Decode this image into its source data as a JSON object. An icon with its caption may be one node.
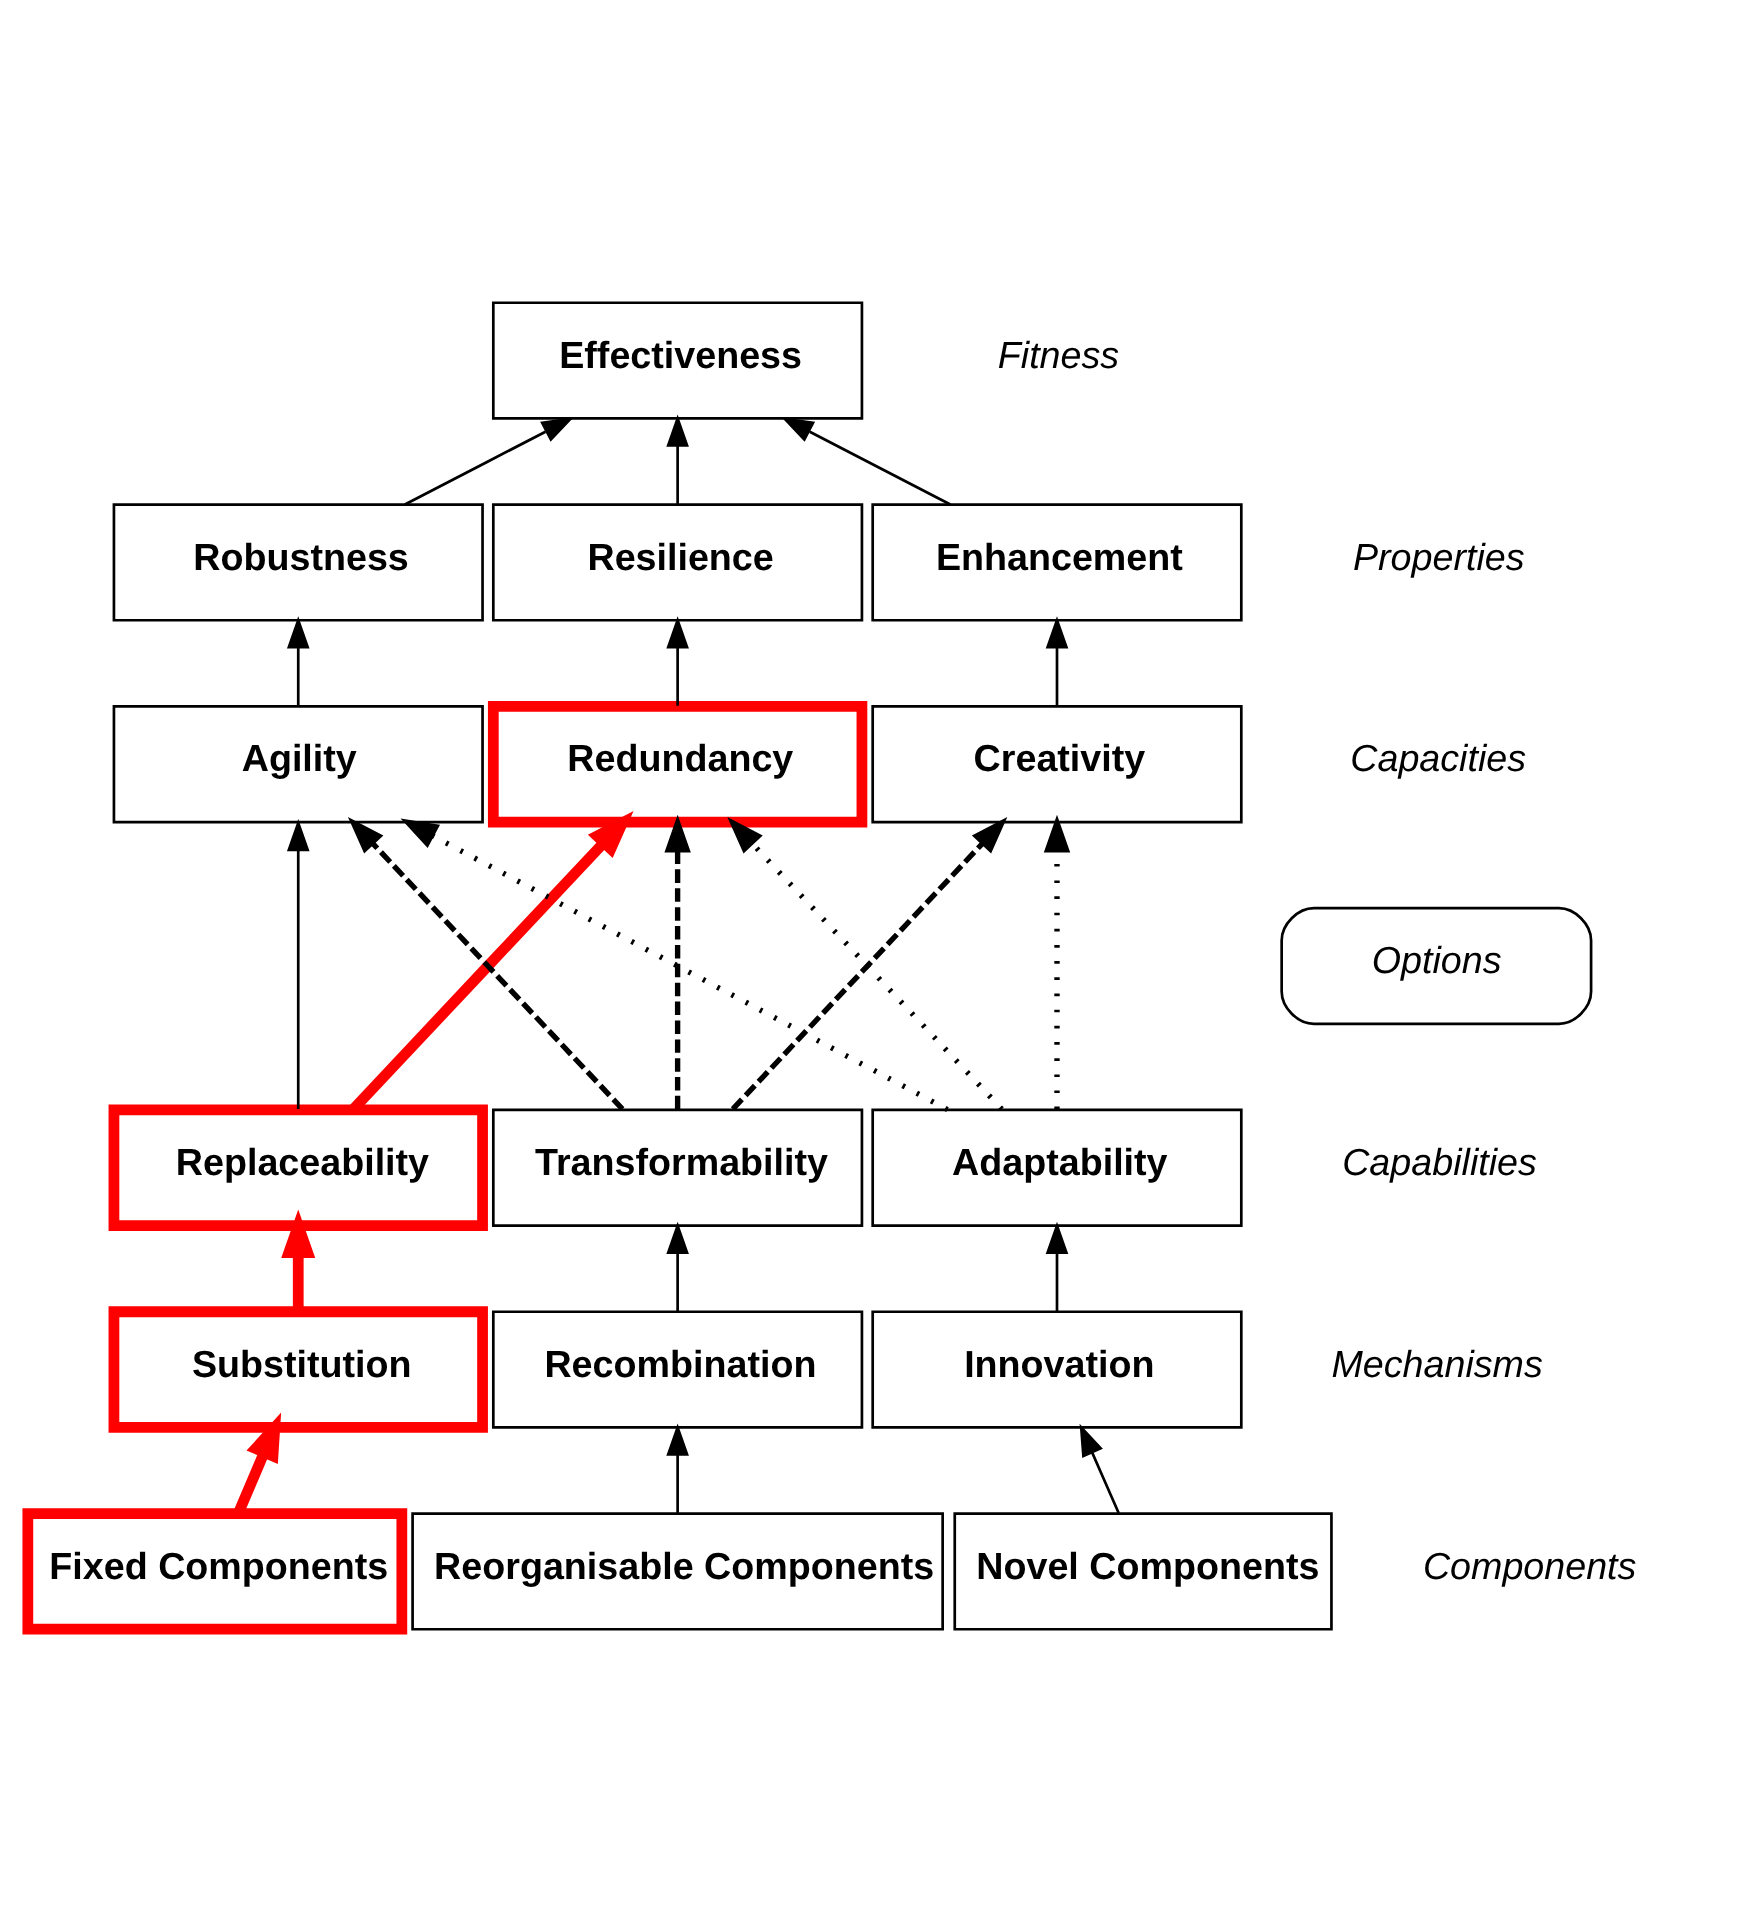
{
  "diagram": {
    "nodes": [
      {
        "text": [
          "Effectiveness"
        ]
      },
      {
        "text": [
          "Robustness"
        ]
      },
      {
        "text": [
          "Resilience"
        ]
      },
      {
        "text": [
          "Enhancement"
        ]
      },
      {
        "text": [
          "Agility"
        ]
      },
      {
        "text": [
          "Redundancy"
        ]
      },
      {
        "text": [
          "Creativity"
        ]
      },
      {
        "text": [
          "Options"
        ]
      },
      {
        "text": [
          "Replaceability"
        ]
      },
      {
        "text": [
          "Transformability"
        ]
      },
      {
        "text": [
          "Adaptability"
        ]
      },
      {
        "text": [
          "Substitution"
        ]
      },
      {
        "text": [
          "Recombination"
        ]
      },
      {
        "text": [
          "Innovation"
        ]
      },
      {
        "text": [
          "Fixed Components"
        ]
      },
      {
        "text": [
          "Reorganisable Components"
        ]
      },
      {
        "text": [
          "Novel Components"
        ]
      }
    ],
    "edges": [
      {
        "from": 1,
        "to": 0,
        "arrow": "to"
      },
      {
        "from": 2,
        "to": 0,
        "arrow": "to"
      },
      {
        "from": 3,
        "to": 0,
        "arrow": "to"
      },
      {
        "from": 4,
        "to": 1,
        "arrow": "to"
      },
      {
        "from": 5,
        "to": 2,
        "arrow": "to"
      },
      {
        "from": 6,
        "to": 3,
        "arrow": "to"
      },
      {
        "from": 8,
        "to": 4,
        "arrow": "to"
      },
      {
        "from": 8,
        "to": 5,
        "arrow": "to",
        "style": "thick",
        "color": "#ff0000"
      },
      {
        "from": 9,
        "to": 4,
        "arrow": "to",
        "style": "dashed"
      },
      {
        "from": 9,
        "to": 5,
        "arrow": "to",
        "style": "dashed"
      },
      {
        "from": 9,
        "to": 6,
        "arrow": "to",
        "style": "dashed"
      },
      {
        "from": 10,
        "to": 4,
        "arrow": "to",
        "style": "dashed"
      },
      {
        "from": 10,
        "to": 5,
        "arrow": "to",
        "style": "dashed"
      },
      {
        "from": 10,
        "to": 6,
        "arrow": "to",
        "style": "dashed"
      },
      {
        "from": 11,
        "to": 8,
        "arrow": "to",
        "style": "thick",
        "color": "#ff0000"
      },
      {
        "from": 12,
        "to": 9,
        "arrow": "to"
      },
      {
        "from": 13,
        "to": 10,
        "arrow": "to"
      },
      {
        "from": 14,
        "to": 11,
        "arrow": "to",
        "style": "thick",
        "color": "#ff0000"
      },
      {
        "from": 15,
        "to": 12,
        "arrow": "to"
      },
      {
        "from": 16,
        "to": 13,
        "arrow": "to"
      }
    ],
    "labels": [
      "Fitness",
      "Properties",
      "Capacities",
      "Capabilities",
      "Mechanisms",
      "Components"
    ]
  }
}
